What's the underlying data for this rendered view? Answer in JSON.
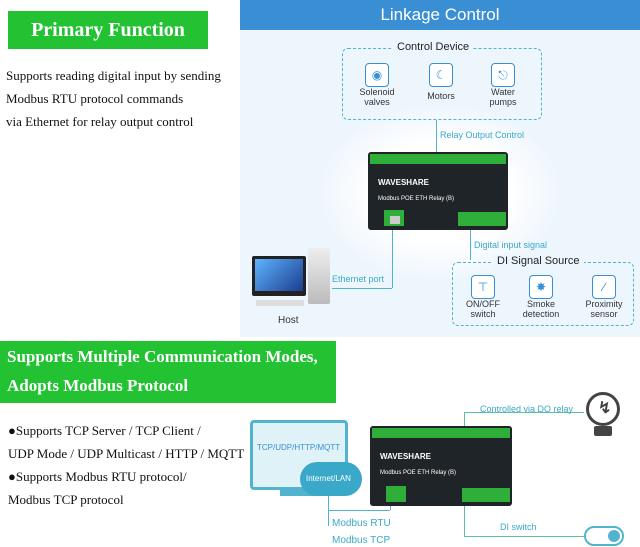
{
  "section1": {
    "banner": "Primary Function",
    "description_lines": [
      "Supports reading digital input by sending",
      "Modbus RTU protocol commands",
      "via Ethernet for relay output control"
    ]
  },
  "linkage": {
    "title": "Linkage Control",
    "control_device": {
      "title": "Control Device",
      "items": [
        {
          "icon": "solenoid-valve-icon",
          "label1": "Solenoid",
          "label2": "valves"
        },
        {
          "icon": "motor-icon",
          "label1": "Motors",
          "label2": ""
        },
        {
          "icon": "water-pump-icon",
          "label1": "Water",
          "label2": "pumps"
        }
      ]
    },
    "relay_output_label": "Relay Output Control",
    "device_brand": "WAVESHARE",
    "device_model": "Modbus POE ETH Relay (B)",
    "digital_input_label": "Digital input signal",
    "ethernet_label": "Ethernet port",
    "host_label": "Host",
    "di_source": {
      "title": "DI Signal Source",
      "items": [
        {
          "icon": "switch-icon",
          "label1": "ON/OFF",
          "label2": "switch"
        },
        {
          "icon": "smoke-detector-icon",
          "label1": "Smoke",
          "label2": "detection"
        },
        {
          "icon": "proximity-sensor-icon",
          "label1": "Proximity",
          "label2": "sensor"
        }
      ]
    }
  },
  "section2": {
    "banner_line1": "Supports Multiple Communication Modes,",
    "banner_line2": "Adopts Modbus Protocol",
    "bullets": [
      "●Supports TCP Server / TCP Client /",
      "UDP Mode / UDP Multicast / HTTP / MQTT",
      "●Supports Modbus RTU protocol/",
      "Modbus TCP protocol"
    ],
    "monitor_text": "TCP/UDP/HTTP/MQTT",
    "cloud_text": "Internet/LAN",
    "controlled_label": "Controlled via DO relay",
    "di_switch_label": "DI switch",
    "modbus_rtu": "Modbus RTU",
    "modbus_tcp": "Modbus TCP"
  }
}
